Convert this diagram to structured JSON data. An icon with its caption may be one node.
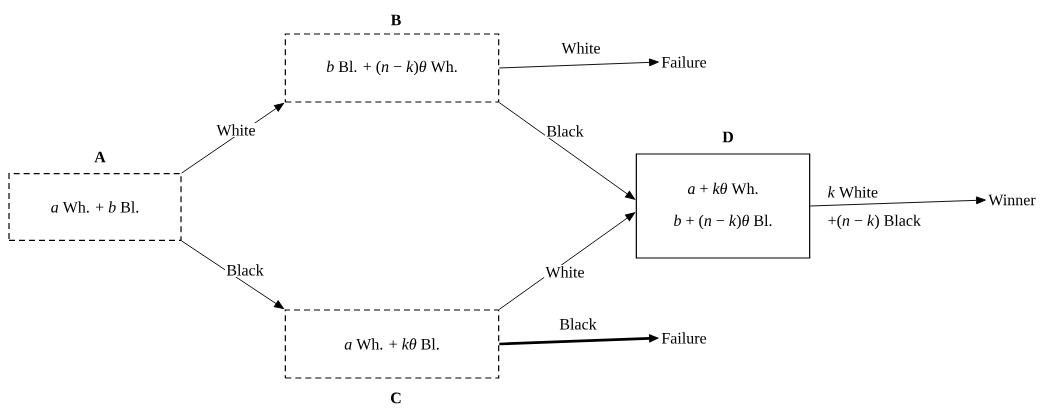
{
  "diagram": {
    "nodes": [
      {
        "text": [
          "A",
          "*a* Wh. + *b* Bl."
        ]
      },
      {
        "text": [
          "B",
          "*b* Bl. + (*n* − *k*)*θ* Wh."
        ]
      },
      {
        "text": [
          "*a* Wh. + *kθ* Bl.",
          "C"
        ]
      },
      {
        "text": [
          "D",
          "*a* + *kθ*  Wh.",
          "*b* + (*n* − *k*)*θ*  Bl."
        ]
      },
      {
        "text": [
          "Failure"
        ]
      },
      {
        "text": [
          "Failure"
        ]
      },
      {
        "text": [
          "Winner"
        ]
      }
    ],
    "edges": [
      {
        "from": 0,
        "to": 1,
        "arrow": "to",
        "label": "White"
      },
      {
        "from": 0,
        "to": 2,
        "arrow": "to",
        "label": "Black"
      },
      {
        "from": 1,
        "to": 3,
        "arrow": "to",
        "label": "Black"
      },
      {
        "from": 2,
        "to": 3,
        "arrow": "to",
        "label": "White"
      },
      {
        "from": 1,
        "to": 4,
        "arrow": "to",
        "label": "White"
      },
      {
        "from": 2,
        "to": 5,
        "arrow": "to",
        "label": "Black",
        "style": "thick"
      },
      {
        "from": 3,
        "to": 6,
        "arrow": "to"
      }
    ],
    "labels": [
      "*k* White",
      "+(*n* − *k*) Black"
    ]
  }
}
